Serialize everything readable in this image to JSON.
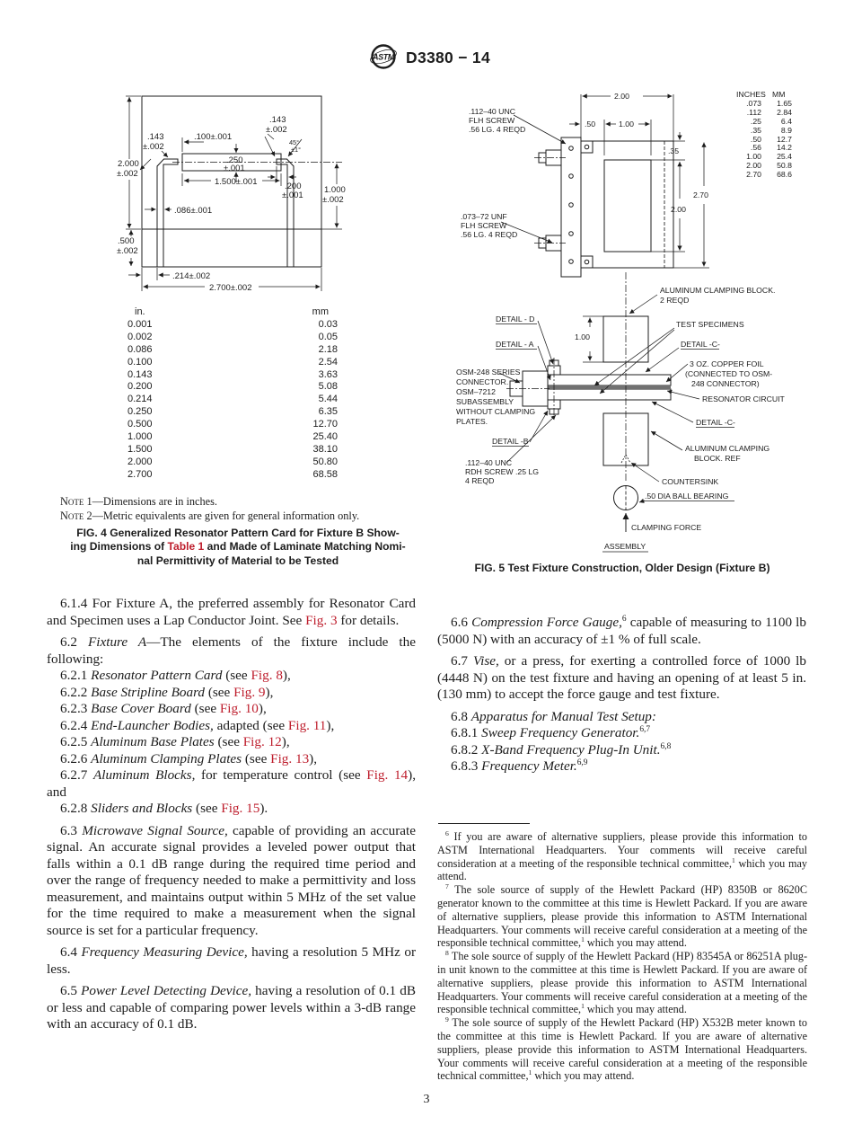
{
  "header": {
    "title": "D3380 − 14",
    "logo_text": "ASTM"
  },
  "page_number": "3",
  "accent_link_color": "#be1e2d",
  "fig4": {
    "dims": {
      "d2000a": "2.000",
      "d2000b": "±.002",
      "d500a": ".500",
      "d500b": "±.002",
      "d143la": ".143",
      "d143lb": "±.002",
      "d100": ".100±.001",
      "d250a": ".250",
      "d250b": "±.001",
      "d143ra": ".143",
      "d143rb": "±.002",
      "danga": "45°",
      "dangb": "±1°",
      "d1500": "1.500±.001",
      "d200a": ".200",
      "d200b": "±.001",
      "d1000a": "1.000",
      "d1000b": "±.002",
      "d086": ".086±.001",
      "d214": ".214±.002",
      "d2700": "2.700±.002"
    },
    "table": {
      "h1": "in.",
      "h2": "mm",
      "rows": [
        [
          "0.001",
          "0.03"
        ],
        [
          "0.002",
          "0.05"
        ],
        [
          "0.086",
          "2.18"
        ],
        [
          "0.100",
          "2.54"
        ],
        [
          "0.143",
          "3.63"
        ],
        [
          "0.200",
          "5.08"
        ],
        [
          "0.214",
          "5.44"
        ],
        [
          "0.250",
          "6.35"
        ],
        [
          "0.500",
          "12.70"
        ],
        [
          "1.000",
          "25.40"
        ],
        [
          "1.500",
          "38.10"
        ],
        [
          "2.000",
          "50.80"
        ],
        [
          "2.700",
          "68.58"
        ]
      ]
    },
    "note1": {
      "segs": [
        {
          "t": "Note 1",
          "s": "sc"
        },
        {
          "t": "—Dimensions are in inches."
        }
      ]
    },
    "note2": {
      "segs": [
        {
          "t": "Note 2",
          "s": "sc"
        },
        {
          "t": "—Metric equivalents are given for general information only."
        }
      ]
    },
    "caption": {
      "l1": {
        "segs": [
          {
            "t": "FIG. 4  Generalized Resonator Pattern Card for Fixture B Show-"
          }
        ]
      },
      "l2": {
        "segs": [
          {
            "t": "ing Dimensions of "
          },
          {
            "t": "Table 1",
            "s": "link"
          },
          {
            "t": " and Made of Laminate Matching Nomi-"
          }
        ]
      },
      "l3": {
        "segs": [
          {
            "t": "nal Permittivity of Material to be Tested"
          }
        ]
      }
    }
  },
  "fig5": {
    "labels": {
      "screw_top1": ".112–40 UNC",
      "screw_top2": "FLH SCREW",
      "screw_top3": ".56 LG. 4 REQD",
      "screw_left1": ".073–72 UNF",
      "screw_left2": "FLH SCREW",
      "screw_left3": ".56 LG. 4 REQD",
      "dim200top": "2.00",
      "dim50": ".50",
      "dim100": "1.00",
      "dim35": ".35",
      "dim270": "2.70",
      "dim200r": "2.00",
      "dim100b": "1.00",
      "alumblock1": "ALUMINUM CLAMPING BLOCK.",
      "alumblock2": "2 REQD",
      "detail_d": "DETAIL - D",
      "detail_a": "DETAIL - A",
      "test_specimens": "TEST SPECIMENS",
      "detail_c1": "DETAIL -C-",
      "copper1": "3 OZ. COPPER FOIL",
      "copper2": "(CONNECTED TO OSM-",
      "copper3": "248 CONNECTOR)",
      "resonator": "RESONATOR CIRCUIT",
      "osm1": "OSM-248 SERIES",
      "osm2": "CONNECTOR.",
      "osm3": "OSM–7212",
      "osm4": "SUBASSEMBLY",
      "osm5": "WITHOUT CLAMPING",
      "osm6": "PLATES.",
      "detail_c2": "DETAIL -C-",
      "detail_b": "DETAIL -B",
      "screw_bot1": ".112–40 UNC",
      "screw_bot2": "RDH SCREW .25 LG",
      "screw_bot3": "4 REQD",
      "alumref1": "ALUMINUM CLAMPING",
      "alumref2": "BLOCK. REF",
      "countersink": "COUNTERSINK",
      "ball": ".50 DIA BALL BEARING",
      "clamping_force": "CLAMPING FORCE",
      "assembly": "ASSEMBLY"
    },
    "conv": {
      "h1": "INCHES",
      "h2": "MM",
      "rows": [
        [
          ".073",
          "1.65"
        ],
        [
          ".112",
          "2.84"
        ],
        [
          ".25",
          "6.4"
        ],
        [
          ".35",
          "8.9"
        ],
        [
          ".50",
          "12.7"
        ],
        [
          ".56",
          "14.2"
        ],
        [
          "1.00",
          "25.4"
        ],
        [
          "2.00",
          "50.8"
        ],
        [
          "2.70",
          "68.6"
        ]
      ]
    },
    "caption": "FIG. 5  Test Fixture Construction, Older Design (Fixture B)"
  },
  "body": {
    "left": [
      {
        "segs": [
          {
            "t": "6.1.4 For Fixture A, the preferred assembly for Resonator Card and Specimen uses a Lap Conductor Joint. See "
          },
          {
            "t": "Fig. 3",
            "s": "link"
          },
          {
            "t": " for details."
          }
        ]
      },
      {
        "segs": [
          {
            "t": "6.2 "
          },
          {
            "t": "Fixture A",
            "s": "i"
          },
          {
            "t": "—The elements of the fixture include the following:"
          }
        ]
      },
      {
        "segs": [
          {
            "t": "6.2.1 "
          },
          {
            "t": "Resonator Pattern Card",
            "s": "i"
          },
          {
            "t": " (see "
          },
          {
            "t": "Fig. 8",
            "s": "link"
          },
          {
            "t": "),"
          }
        ]
      },
      {
        "segs": [
          {
            "t": "6.2.2 "
          },
          {
            "t": "Base Stripline Board",
            "s": "i"
          },
          {
            "t": " (see "
          },
          {
            "t": "Fig. 9",
            "s": "link"
          },
          {
            "t": "),"
          }
        ]
      },
      {
        "segs": [
          {
            "t": "6.2.3 "
          },
          {
            "t": "Base Cover Board",
            "s": "i"
          },
          {
            "t": " (see "
          },
          {
            "t": "Fig. 10",
            "s": "link"
          },
          {
            "t": "),"
          }
        ]
      },
      {
        "segs": [
          {
            "t": "6.2.4 "
          },
          {
            "t": "End-Launcher Bodies,",
            "s": "i"
          },
          {
            "t": " adapted (see "
          },
          {
            "t": "Fig. 11",
            "s": "link"
          },
          {
            "t": "),"
          }
        ]
      },
      {
        "segs": [
          {
            "t": "6.2.5 "
          },
          {
            "t": "Aluminum Base Plates",
            "s": "i"
          },
          {
            "t": " (see "
          },
          {
            "t": "Fig. 12",
            "s": "link"
          },
          {
            "t": "),"
          }
        ]
      },
      {
        "segs": [
          {
            "t": "6.2.6 "
          },
          {
            "t": "Aluminum Clamping Plates",
            "s": "i"
          },
          {
            "t": " (see "
          },
          {
            "t": "Fig. 13",
            "s": "link"
          },
          {
            "t": "),"
          }
        ]
      },
      {
        "segs": [
          {
            "t": "6.2.7 "
          },
          {
            "t": "Aluminum Blocks,",
            "s": "i"
          },
          {
            "t": " for temperature control (see "
          },
          {
            "t": "Fig. 14",
            "s": "link"
          },
          {
            "t": "), and"
          }
        ]
      },
      {
        "segs": [
          {
            "t": "6.2.8 "
          },
          {
            "t": "Sliders and Blocks",
            "s": "i"
          },
          {
            "t": " (see "
          },
          {
            "t": "Fig. 15",
            "s": "link"
          },
          {
            "t": ")."
          }
        ]
      },
      {
        "segs": [
          {
            "t": "6.3 "
          },
          {
            "t": "Microwave Signal Source,",
            "s": "i"
          },
          {
            "t": " capable of providing an accurate signal. An accurate signal provides a leveled power output that falls within a 0.1 dB range during the required time period and over the range of frequency needed to make a permittivity and loss measurement, and maintains output within 5 MHz of the set value for the time required to make a measurement when the signal source is set for a particular frequency."
          }
        ]
      },
      {
        "segs": [
          {
            "t": "6.4 "
          },
          {
            "t": "Frequency Measuring Device,",
            "s": "i"
          },
          {
            "t": " having a resolution 5 MHz or less."
          }
        ]
      },
      {
        "segs": [
          {
            "t": "6.5 "
          },
          {
            "t": "Power Level Detecting Device,",
            "s": "i"
          },
          {
            "t": " having a resolution of 0.1 dB or less and capable of comparing power levels within a 3-dB range with an accuracy of 0.1 dB."
          }
        ]
      }
    ],
    "right": [
      {
        "segs": [
          {
            "t": "6.6 "
          },
          {
            "t": "Compression Force Gauge,",
            "s": "i"
          },
          {
            "t": "6",
            "s": "sup"
          },
          {
            "t": " capable of measuring to 1100 lb (5000 N) with an accuracy of ±1 % of full scale."
          }
        ]
      },
      {
        "segs": [
          {
            "t": "6.7 "
          },
          {
            "t": "Vise,",
            "s": "i"
          },
          {
            "t": " or a press, for exerting a controlled force of 1000 lb (4448 N) on the test fixture and having an opening of at least 5 in. (130 mm) to accept the force gauge and test fixture."
          }
        ]
      },
      {
        "segs": [
          {
            "t": "6.8 "
          },
          {
            "t": "Apparatus for Manual Test Setup:",
            "s": "i"
          }
        ]
      },
      {
        "segs": [
          {
            "t": "6.8.1 "
          },
          {
            "t": "Sweep Frequency Generator.",
            "s": "i"
          },
          {
            "t": "6,7",
            "s": "sup"
          }
        ]
      },
      {
        "segs": [
          {
            "t": "6.8.2 "
          },
          {
            "t": "X-Band Frequency Plug-In Unit.",
            "s": "i"
          },
          {
            "t": "6,8",
            "s": "sup"
          }
        ]
      },
      {
        "segs": [
          {
            "t": "6.8.3 "
          },
          {
            "t": "Frequency Meter.",
            "s": "i"
          },
          {
            "t": "6,9",
            "s": "sup"
          }
        ]
      }
    ]
  },
  "footnotes": {
    "items": [
      {
        "segs": [
          {
            "t": "6",
            "s": "sup"
          },
          {
            "t": " If you are aware of alternative suppliers, please provide this information to ASTM International Headquarters. Your comments will receive careful consideration at a meeting of the responsible technical committee,"
          },
          {
            "t": "1",
            "s": "sup"
          },
          {
            "t": " which you may attend."
          }
        ]
      },
      {
        "segs": [
          {
            "t": "7",
            "s": "sup"
          },
          {
            "t": " The sole source of supply of the Hewlett Packard (HP) 8350B or 8620C generator known to the committee at this time is Hewlett Packard. If you are aware of alternative suppliers, please provide this information to ASTM International Headquarters. Your comments will receive careful consideration at a meeting of the responsible technical committee,"
          },
          {
            "t": "1",
            "s": "sup"
          },
          {
            "t": " which you may attend."
          }
        ]
      },
      {
        "segs": [
          {
            "t": "8",
            "s": "sup"
          },
          {
            "t": " The sole source of supply of the Hewlett Packard (HP) 83545A or 86251A plug-in unit known to the committee at this time is Hewlett Packard. If you are aware of alternative suppliers, please provide this information to ASTM International Headquarters. Your comments will receive careful consideration at a meeting of the responsible technical committee,"
          },
          {
            "t": "1",
            "s": "sup"
          },
          {
            "t": " which you may attend."
          }
        ]
      },
      {
        "segs": [
          {
            "t": "9",
            "s": "sup"
          },
          {
            "t": " The sole source of supply of the Hewlett Packard (HP) X532B meter known to the committee at this time is Hewlett Packard. If you are aware of alternative suppliers, please provide this information to ASTM International Headquarters. Your comments will receive careful consideration at a meeting of the responsible technical committee,"
          },
          {
            "t": "1",
            "s": "sup"
          },
          {
            "t": " which you may attend."
          }
        ]
      }
    ]
  }
}
